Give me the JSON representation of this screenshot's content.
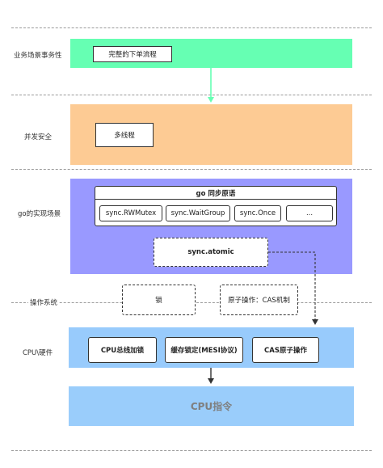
{
  "layers": {
    "business": "业务场景事务性",
    "concurrency": "并发安全",
    "go": "go的实现场景",
    "os": "操作系统",
    "hardware": "CPU\\硬件"
  },
  "business_box": "完整的下单流程",
  "concurrency_box": "多线程",
  "go_primitives": {
    "title": "go 同步原语",
    "items": [
      "sync.RWMutex",
      "sync.WaitGroup",
      "sync.Once",
      "..."
    ]
  },
  "atomic_box": "sync.atomic",
  "os_boxes": {
    "lock": "锁",
    "atomic_op": "原子操作：CAS机制"
  },
  "hardware_boxes": {
    "bus_lock": "CPU总线加锁",
    "cache_lock": "缓存锁定(MESI协议)",
    "cas": "CAS原子操作"
  },
  "cpu_instruction": "CPU指令",
  "colors": {
    "business_band": "#66ffb3",
    "concurrency_band": "#fdcb94",
    "go_band": "#9999ff",
    "hardware_band": "#98cbfc",
    "cpu_band": "#9acdfb",
    "arrow_green": "#66ffb3",
    "separator": "#9a9a9a"
  }
}
